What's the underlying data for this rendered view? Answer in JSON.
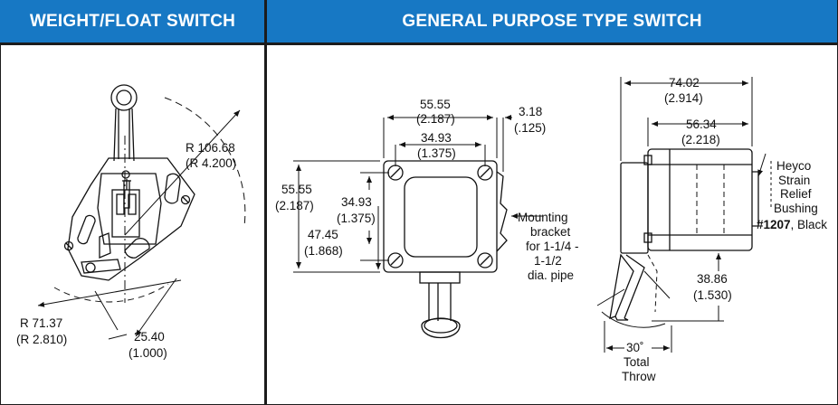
{
  "headers": {
    "left": "WEIGHT/FLOAT SWITCH",
    "right": "GENERAL PURPOSE TYPE SWITCH"
  },
  "float_switch": {
    "r_outer_mm": "R 106.68",
    "r_outer_in": "(R 4.200)",
    "r_inner_mm": "R  71.37",
    "r_inner_in": "(R  2.810)",
    "offset_mm": "25.40",
    "offset_in": "(1.000)"
  },
  "front_view": {
    "width_mm": "55.55",
    "width_in": "(2.187)",
    "bracket_mm": "3.18",
    "bracket_in": "(.125)",
    "hole_spacing_mm": "34.93",
    "hole_spacing_in": "(1.375)",
    "height_mm": "55.55",
    "height_in": "(2.187)",
    "v_hole_mm": "34.93",
    "v_hole_in": "(1.375)",
    "v_mount_mm": "47.45",
    "v_mount_in": "(1.868)",
    "bracket_note": [
      "Mounting",
      "bracket",
      "for 1-1/4 -",
      "1-1/2",
      "dia. pipe"
    ]
  },
  "side_view": {
    "length_mm": "74.02",
    "length_in": "(2.914)",
    "body_mm": "56.34",
    "body_in": "(2.218)",
    "bushing_note": [
      "Heyco",
      "Strain",
      "Relief",
      "Bushing"
    ],
    "bushing_part": "#1207",
    "bushing_color": ", Black",
    "lever_mm": "38.86",
    "lever_in": "(1.530)",
    "throw_angle": "30˚",
    "throw_label": [
      "Total",
      "Throw"
    ]
  }
}
